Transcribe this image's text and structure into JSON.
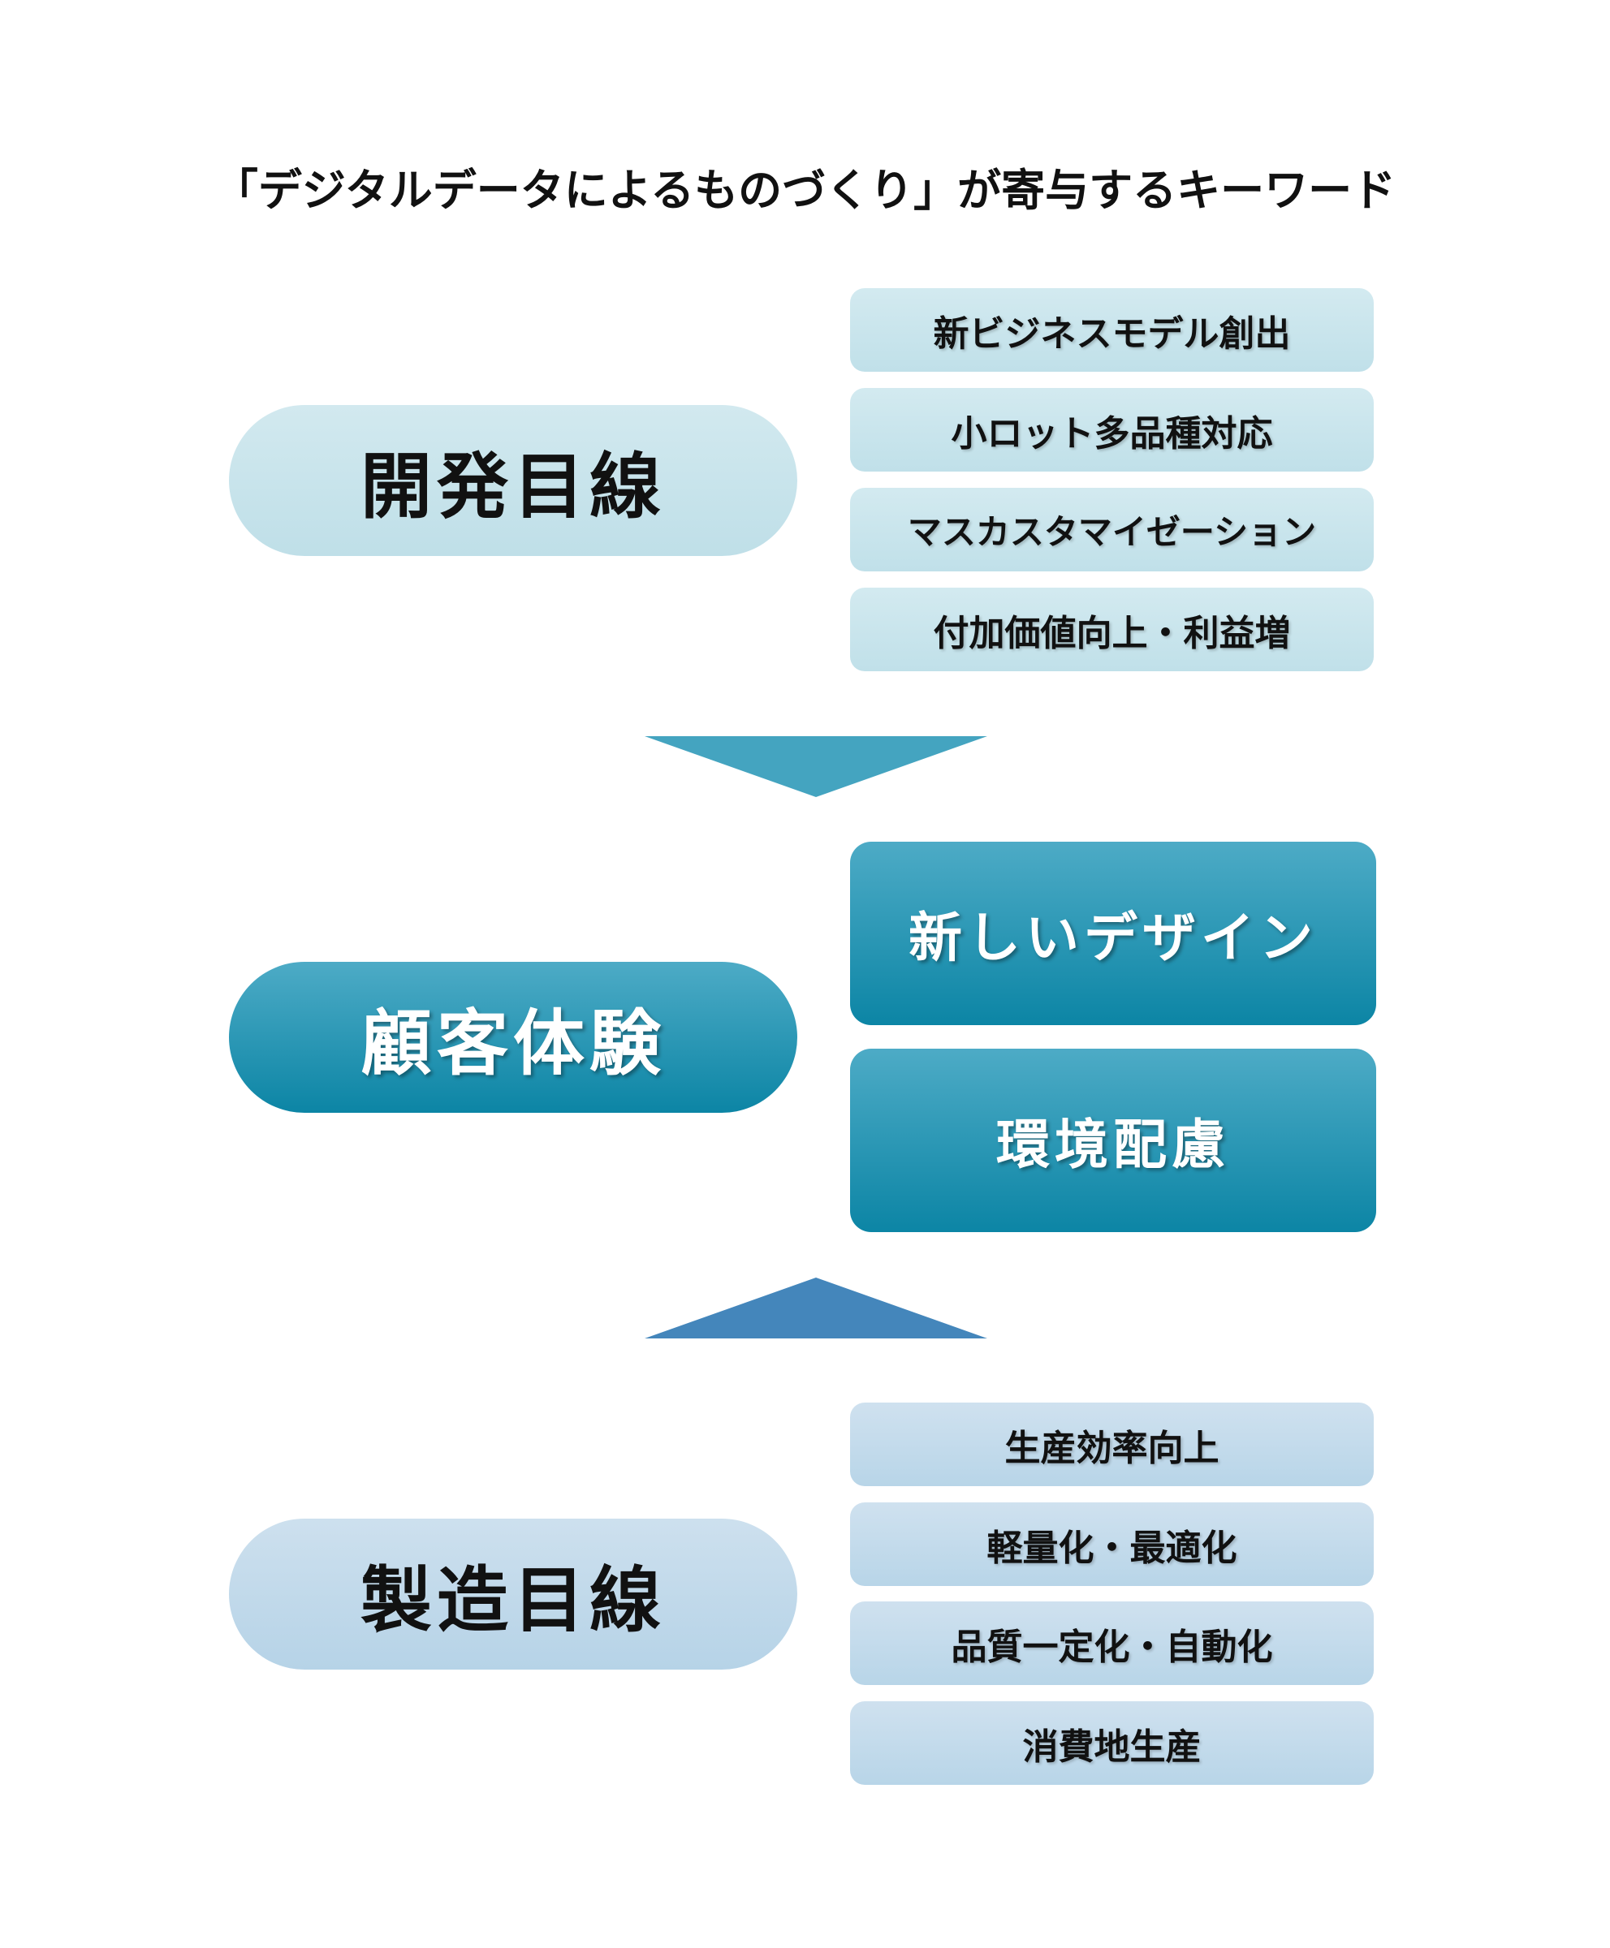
{
  "title": "「デジタルデータによるものづくり」が寄与するキーワード",
  "development": {
    "label": "開発目線",
    "items": [
      "新ビジネスモデル創出",
      "小ロット多品種対応",
      "マスカスタマイゼーション",
      "付加価値向上・利益増"
    ]
  },
  "customer": {
    "label": "顧客体験",
    "items": [
      "新しいデザイン",
      "環境配慮"
    ]
  },
  "manufacturing": {
    "label": "製造目線",
    "items": [
      "生産効率向上",
      "軽量化・最適化",
      "品質一定化・自動化",
      "消費地生産"
    ]
  },
  "colors": {
    "arrow_down": "#44a4c0",
    "arrow_up": "#4486bb",
    "accent_dark": "#0c85a5"
  }
}
